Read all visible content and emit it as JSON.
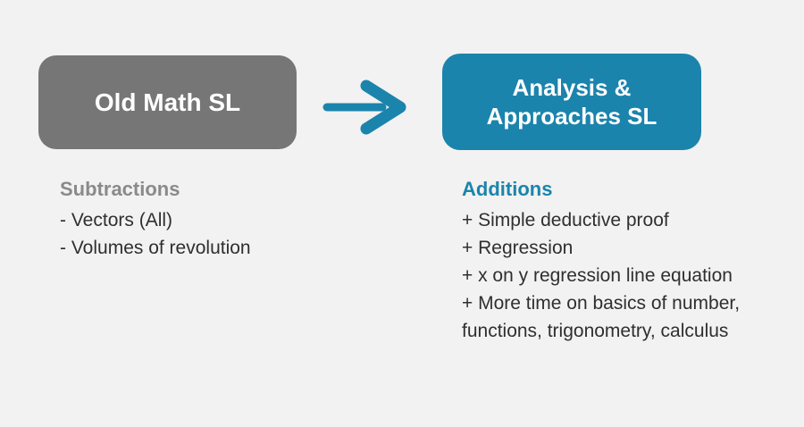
{
  "colors": {
    "background": "#f2f2f2",
    "gray_box": "#767676",
    "teal_accent": "#1b84ac",
    "heading_gray": "#8a8a8a",
    "body_text": "#2f2f2f",
    "box_label_text": "#ffffff"
  },
  "left": {
    "box_label": "Old Math SL",
    "heading": "Subtractions",
    "items": [
      "- Vectors (All)",
      "- Volumes of revolution"
    ]
  },
  "arrow": {
    "icon": "arrow-right",
    "color": "#1b84ac"
  },
  "right": {
    "box_label_line1": "Analysis &",
    "box_label_line2": "Approaches SL",
    "heading": "Additions",
    "items": [
      "+ Simple deductive proof",
      "+ Regression",
      "+ x on y regression line equation",
      "+ More time on basics of number,",
      "functions, trigonometry, calculus"
    ]
  }
}
